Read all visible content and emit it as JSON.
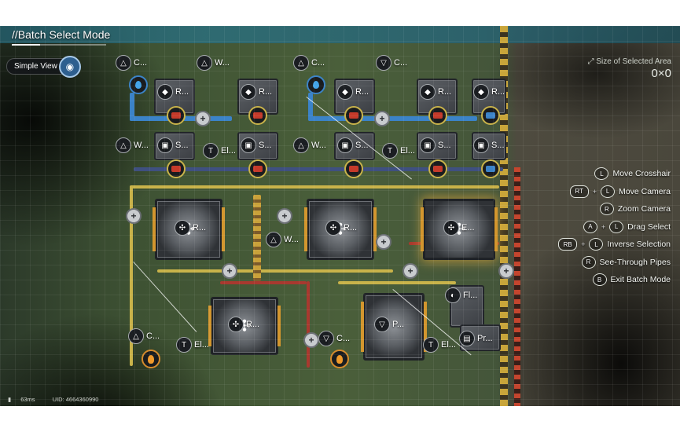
{
  "hud": {
    "mode_title": "//Batch Select Mode",
    "simple_view_label": "Simple View",
    "selected_area_label": "Size of Selected Area",
    "selected_area_value": "0×0"
  },
  "controls": [
    {
      "buttons": [
        "L"
      ],
      "label": "Move Crosshair"
    },
    {
      "buttons": [
        "RT",
        "L"
      ],
      "label": "Move Camera"
    },
    {
      "buttons": [
        "R"
      ],
      "label": "Zoom Camera"
    },
    {
      "buttons": [
        "A",
        "L"
      ],
      "label": "Drag Select"
    },
    {
      "buttons": [
        "RB",
        "L"
      ],
      "label": "Inverse Selection"
    },
    {
      "buttons": [
        "R"
      ],
      "label": "See-Through Pipes"
    },
    {
      "buttons": [
        "B"
      ],
      "label": "Exit Batch Mode"
    }
  ],
  "footer": {
    "ping": "63ms",
    "uid": "UID: 4664360990"
  },
  "building_tags": {
    "t1": "C...",
    "t2": "W...",
    "t3": "C...",
    "t4": "C...",
    "t5": "R...",
    "t6": "R...",
    "t7": "R...",
    "t8": "R...",
    "t9": "R...",
    "t10": "W...",
    "t11": "S...",
    "t12": "El...",
    "t13": "S...",
    "t14": "W...",
    "t15": "S...",
    "t16": "El...",
    "t17": "S...",
    "t18": "S...",
    "t19": "R...",
    "t20": "W...",
    "t21": "R...",
    "t22": "E...",
    "t23": "Fl...",
    "t24": "C...",
    "t25": "El...",
    "t26": "R...",
    "t27": "C...",
    "t28": "P...",
    "t29": "El...",
    "t30": "Pr..."
  },
  "colors": {
    "pipe_blue": "#3b83c8",
    "pipe_yellow": "#c9b34a",
    "pipe_red": "#a8392f",
    "hazard_yellow": "#c8a53a"
  }
}
